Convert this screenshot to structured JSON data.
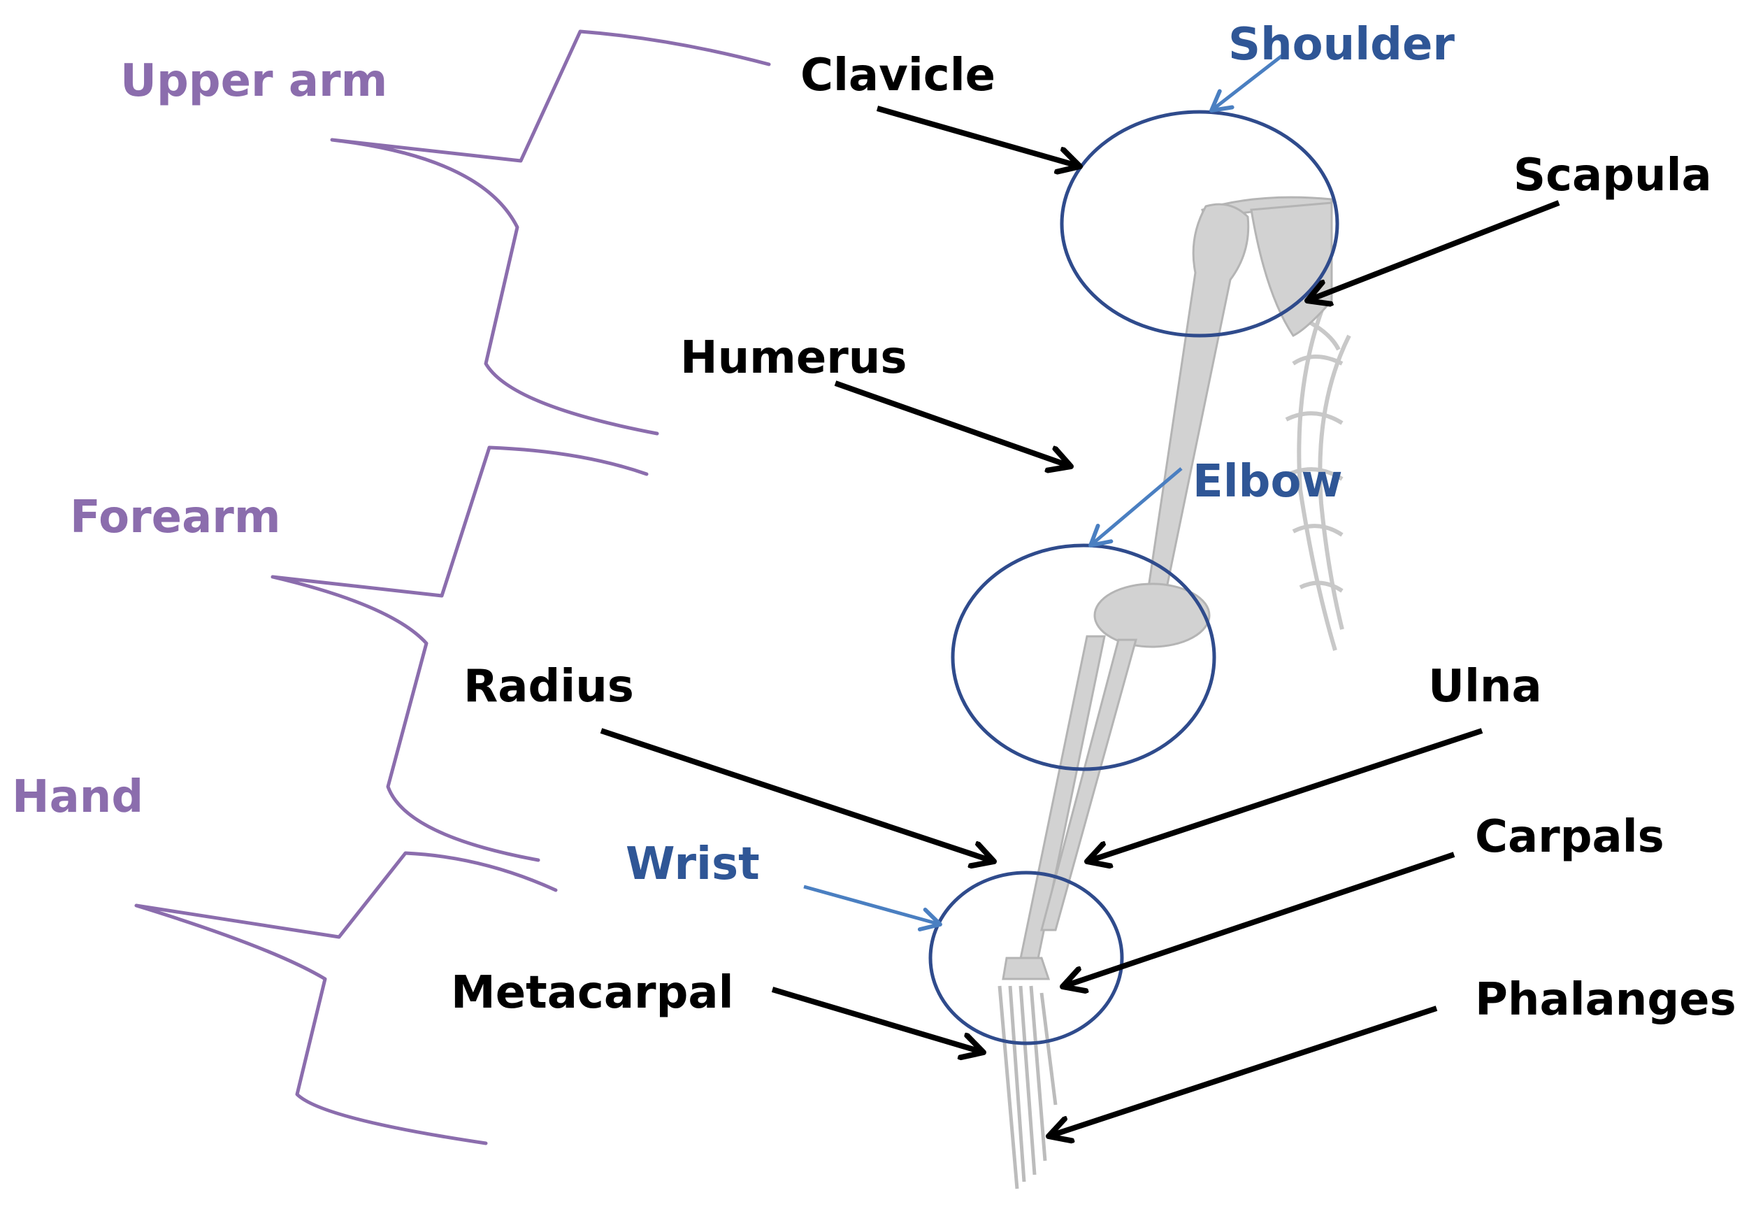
{
  "colors": {
    "region": "#8b6dad",
    "joint": "#2f5696",
    "joint_pointer": "#4a7fc1",
    "bone": "#000000",
    "skeleton": "#d2d2d2"
  },
  "regions": {
    "upper_arm": "Upper arm",
    "forearm": "Forearm",
    "hand": "Hand"
  },
  "joints": {
    "shoulder": "Shoulder",
    "elbow": "Elbow",
    "wrist": "Wrist"
  },
  "bones": {
    "clavicle": "Clavicle",
    "scapula": "Scapula",
    "humerus": "Humerus",
    "radius": "Radius",
    "ulna": "Ulna",
    "carpals": "Carpals",
    "metacarpal": "Metacarpal",
    "phalanges": "Phalanges"
  }
}
